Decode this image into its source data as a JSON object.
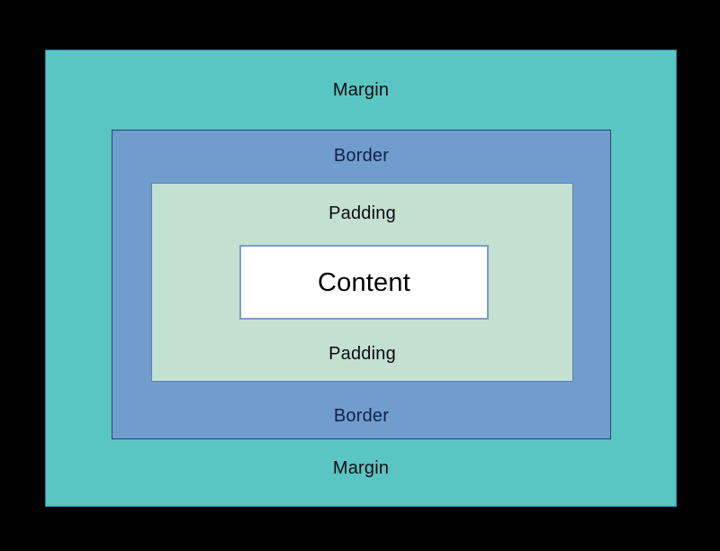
{
  "diagram": {
    "type": "css-box-model",
    "labels": {
      "margin": "Margin",
      "border": "Border",
      "padding": "Padding",
      "content": "Content"
    },
    "colors": {
      "background": "#000000",
      "margin_fill": "#5AC6C3",
      "border_fill": "#719CCE",
      "padding_fill": "#C3E0D1",
      "content_fill": "#FFFFFF",
      "margin_stroke": "#2E7DA0",
      "border_stroke": "#24466E",
      "padding_stroke": "#5D82AD",
      "content_stroke": "#7D9CC6",
      "label_text": "#0A0D12"
    }
  }
}
